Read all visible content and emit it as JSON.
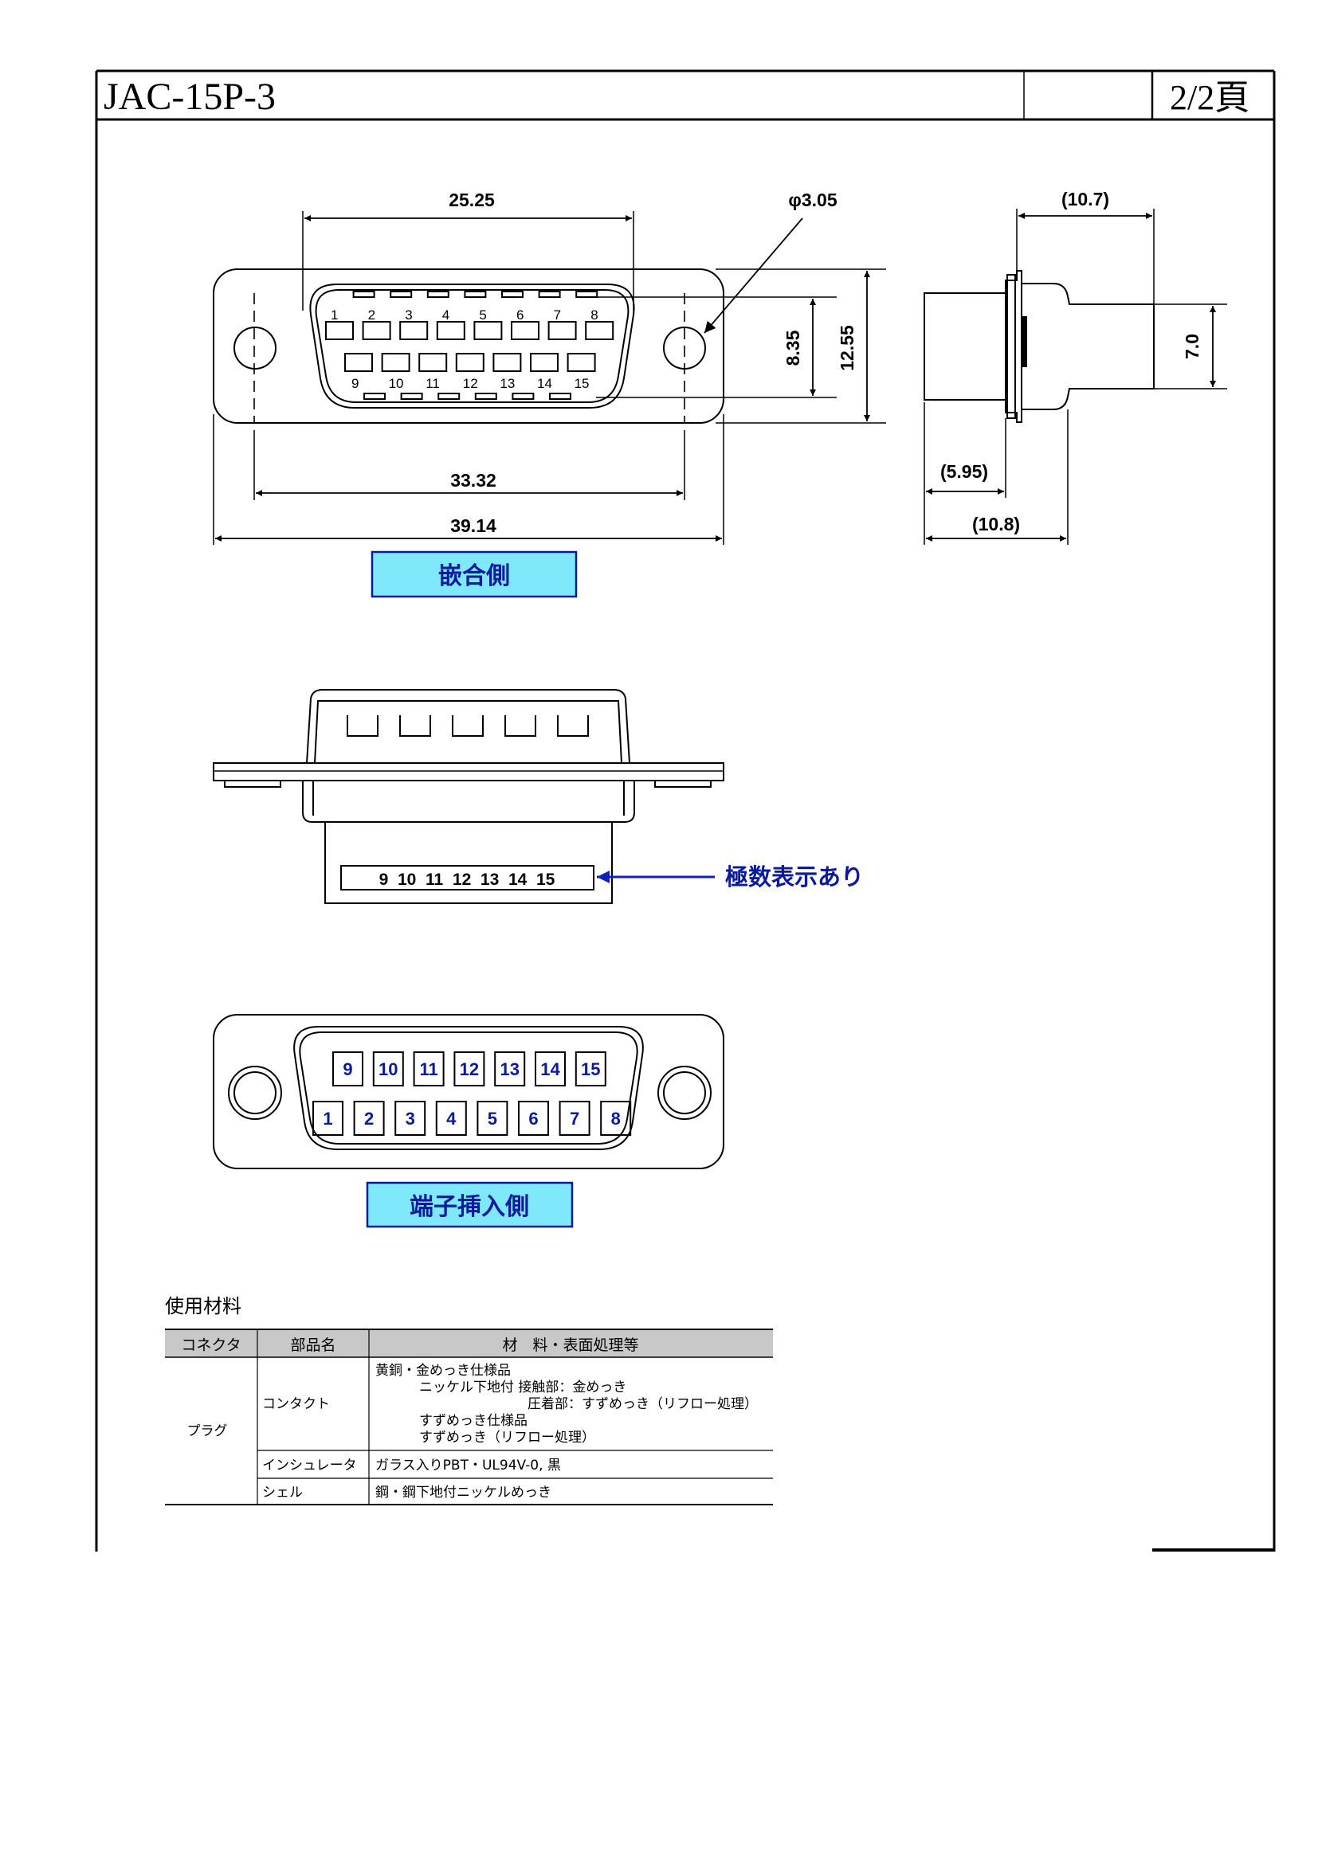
{
  "header": {
    "title": "JAC-15P-3",
    "page": "2/2頁"
  },
  "front_view": {
    "dims": {
      "width_top": "25.25",
      "hole": "φ3.05",
      "h1": "8.35",
      "h2": "12.55",
      "width_mid": "33.32",
      "width_total": "39.14"
    },
    "pins_top": [
      "1",
      "2",
      "3",
      "4",
      "5",
      "6",
      "7",
      "8"
    ],
    "pins_bottom": [
      "9",
      "10",
      "11",
      "12",
      "13",
      "14",
      "15"
    ],
    "label": "嵌合側"
  },
  "side_view": {
    "dims": {
      "d1": "(10.7)",
      "d2": "7.0",
      "d3": "(5.95)",
      "d4": "(10.8)"
    }
  },
  "mid_view": {
    "marking": "9  10  11  12  13  14  15",
    "annotation": "極数表示あり"
  },
  "rear_view": {
    "pins_top": [
      "9",
      "10",
      "11",
      "12",
      "13",
      "14",
      "15"
    ],
    "pins_bottom": [
      "1",
      "2",
      "3",
      "4",
      "5",
      "6",
      "7",
      "8"
    ],
    "label": "端子挿入側"
  },
  "materials": {
    "heading": "使用材料",
    "columns": [
      "コネクタ",
      "部品名",
      "材　料・表面処理等"
    ],
    "connector": "プラグ",
    "rows": [
      {
        "part": "コンタクト",
        "lines": [
          "黄銅・金めっき仕様品",
          "ニッケル下地付 接触部：金めっき",
          "圧着部：すずめっき（リフロー処理）",
          "すずめっき仕様品",
          "すずめっき（リフロー処理）"
        ]
      },
      {
        "part": "インシュレータ",
        "lines": [
          "ガラス入りPBT・UL94V-0, 黒"
        ]
      },
      {
        "part": "シェル",
        "lines": [
          "鋼・鋼下地付ニッケルめっき"
        ]
      }
    ]
  },
  "colors": {
    "label_fill": "#7fe8fb",
    "label_text": "#0a1a9c",
    "header_fill": "#c8c8c8"
  }
}
